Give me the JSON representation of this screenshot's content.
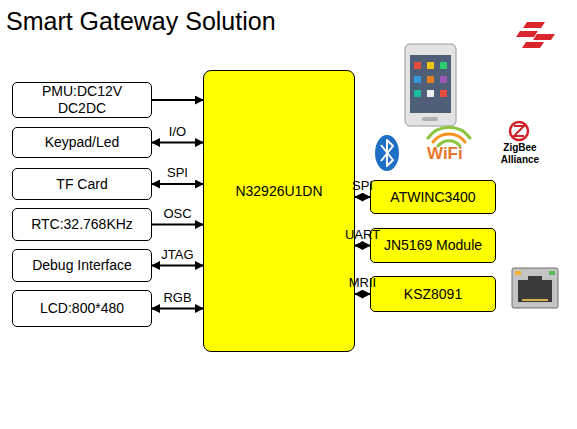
{
  "diagram": {
    "title": "Smart Gateway Solution",
    "nodes": [
      {
        "text": [
          "PMU:DC12V DC2DC"
        ]
      },
      {
        "text": [
          "Keypad/Led"
        ]
      },
      {
        "text": [
          "TF Card"
        ]
      },
      {
        "text": [
          "RTC:32.768KHz"
        ]
      },
      {
        "text": [
          "Debug Interface"
        ]
      },
      {
        "text": [
          "LCD:800*480"
        ]
      },
      {
        "text": [
          "N32926U1DN"
        ]
      },
      {
        "text": [
          "ATWINC3400"
        ]
      },
      {
        "text": [
          "JN5169 Module"
        ]
      },
      {
        "text": [
          "KSZ8091"
        ]
      }
    ],
    "edges": [
      {
        "from": 0,
        "to": 6,
        "arrow": "to"
      },
      {
        "from": 1,
        "to": 6,
        "label": "I/O",
        "arrow": "both"
      },
      {
        "from": 2,
        "to": 6,
        "label": "SPI",
        "arrow": "both"
      },
      {
        "from": 3,
        "to": 6,
        "label": "OSC",
        "arrow": "to"
      },
      {
        "from": 4,
        "to": 6,
        "label": "JTAG",
        "arrow": "both"
      },
      {
        "from": 5,
        "to": 6,
        "label": "RGB",
        "arrow": "both"
      },
      {
        "from": 6,
        "to": 7,
        "label": "SPI",
        "arrow": "both"
      },
      {
        "from": 6,
        "to": 8,
        "label": "UART",
        "arrow": "both"
      },
      {
        "from": 6,
        "to": 9,
        "label": "MRII",
        "arrow": "both"
      }
    ],
    "labels": [
      "WiFi",
      "ZigBee Alliance"
    ]
  }
}
